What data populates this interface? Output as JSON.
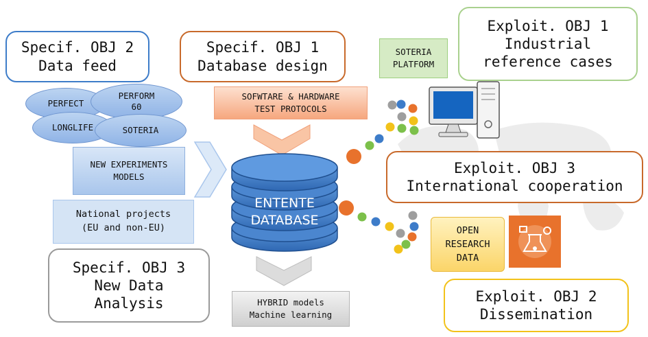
{
  "spec_obj2": {
    "line1": "Specif. OBJ 2",
    "line2": "Data feed"
  },
  "spec_obj1": {
    "line1": "Specif. OBJ 1",
    "line2": "Database design"
  },
  "spec_obj3": {
    "line1": "Specif. OBJ 3",
    "line2": "New Data",
    "line3": "Analysis"
  },
  "exploit_obj1": {
    "line1": "Exploit. OBJ 1",
    "line2": "Industrial",
    "line3": "reference cases"
  },
  "exploit_obj3": {
    "line1": "Exploit. OBJ 3",
    "line2": "International cooperation"
  },
  "exploit_obj2": {
    "line1": "Exploit. OBJ 2",
    "line2": "Dissemination"
  },
  "projects": {
    "perfect": "PERFECT",
    "perform_line1": "PERFORM",
    "perform_line2": "60",
    "longlife": "LONGLIFE",
    "soteria": "SOTERIA"
  },
  "new_experiments": {
    "line1": "NEW EXPERIMENTS",
    "line2": "MODELS"
  },
  "national_projects": {
    "line1": "National projects",
    "line2": "(EU and non-EU)"
  },
  "protocols": {
    "line1": "SOFWTARE & HARDWARE",
    "line2": "TEST PROTOCOLS"
  },
  "database": {
    "line1": "ENTENTE",
    "line2": "DATABASE"
  },
  "hybrid": {
    "line1": "HYBRID models",
    "line2": "Machine learning"
  },
  "soteria_platform": {
    "line1": "SOTERIA",
    "line2": "PLATFORM"
  },
  "open_research": {
    "line1": "OPEN",
    "line2": "RESEARCH",
    "line3": "DATA"
  },
  "colors": {
    "blue": "#3d7cc9",
    "orange": "#c8692a",
    "green": "#9ccf7e",
    "gray": "#8a8a8a",
    "yellow": "#f2c21a",
    "db_blue": "#3f7ec9"
  }
}
